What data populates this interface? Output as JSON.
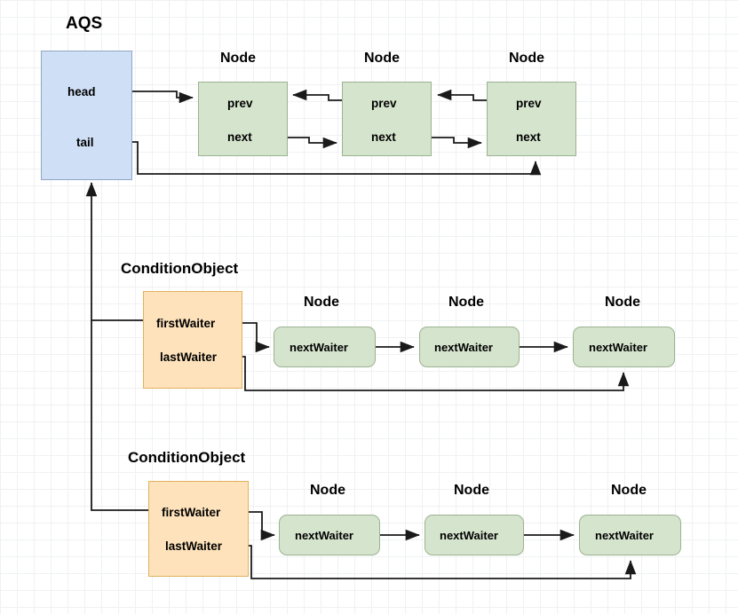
{
  "diagram": {
    "title_aqs": "AQS",
    "node_title": "Node",
    "condition_title": "ConditionObject",
    "fields": {
      "head": "head",
      "tail": "tail",
      "prev": "prev",
      "next": "next",
      "first_waiter": "firstWaiter",
      "last_waiter": "lastWaiter",
      "next_waiter": "nextWaiter"
    },
    "colors": {
      "aqs_fill": "#cfdff5",
      "aqs_stroke": "#8fa7c4",
      "node_fill": "#d5e4cd",
      "node_stroke": "#9cb291",
      "condition_fill": "#fde2bb",
      "condition_stroke": "#e0b25e",
      "edge": "#1a1a1a",
      "grid_minor": "#f0f1f2",
      "grid_major": "#dcdfe2",
      "background": "#ffffff"
    },
    "aqs": {
      "label": "AQS",
      "fields": [
        "head",
        "tail"
      ]
    },
    "sync_queue": {
      "title": "Node",
      "nodes": [
        {
          "title": "Node",
          "fields": [
            "prev",
            "next"
          ]
        },
        {
          "title": "Node",
          "fields": [
            "prev",
            "next"
          ]
        },
        {
          "title": "Node",
          "fields": [
            "prev",
            "next"
          ]
        }
      ]
    },
    "condition_objects": [
      {
        "label": "ConditionObject",
        "fields": [
          "firstWaiter",
          "lastWaiter"
        ],
        "waiters": [
          {
            "title": "Node",
            "field": "nextWaiter"
          },
          {
            "title": "Node",
            "field": "nextWaiter"
          },
          {
            "title": "Node",
            "field": "nextWaiter"
          }
        ]
      },
      {
        "label": "ConditionObject",
        "fields": [
          "firstWaiter",
          "lastWaiter"
        ],
        "waiters": [
          {
            "title": "Node",
            "field": "nextWaiter"
          },
          {
            "title": "Node",
            "field": "nextWaiter"
          },
          {
            "title": "Node",
            "field": "nextWaiter"
          }
        ]
      }
    ]
  }
}
